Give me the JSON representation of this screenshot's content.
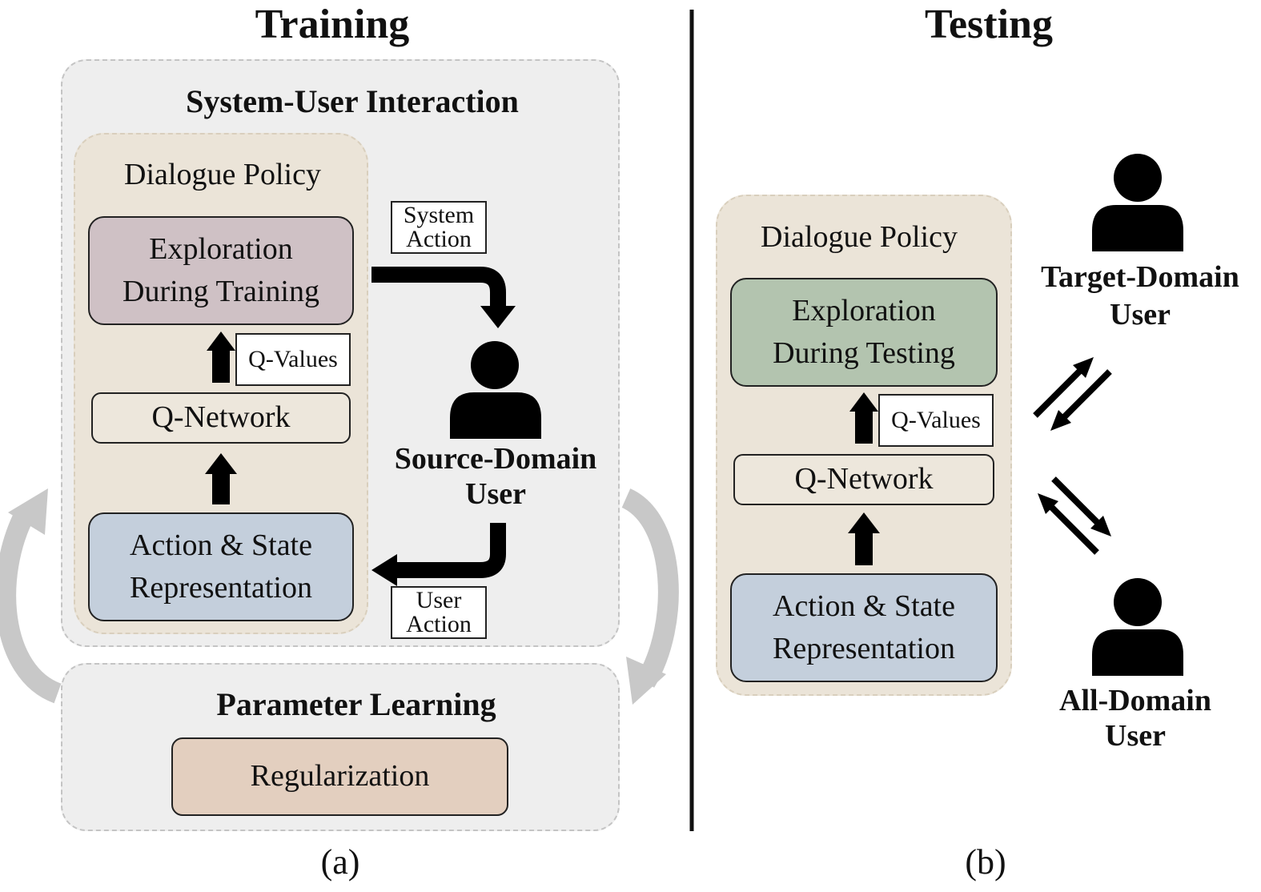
{
  "training": {
    "title": "Training",
    "interaction_title": "System-User Interaction",
    "policy_title": "Dialogue Policy",
    "exploration": "Exploration During Training",
    "q_values": "Q-Values",
    "q_network": "Q-Network",
    "representation": "Action & State Representation",
    "system_action": "System Action",
    "user_action": "User Action",
    "user_label": "Source-Domain User",
    "parameter_title": "Parameter Learning",
    "regularization": "Regularization",
    "caption": "(a)"
  },
  "testing": {
    "title": "Testing",
    "policy_title": "Dialogue Policy",
    "exploration": "Exploration During Testing",
    "q_values": "Q-Values",
    "q_network": "Q-Network",
    "representation": "Action & State Representation",
    "target_user": "Target-Domain User",
    "all_user": "All-Domain User",
    "caption": "(b)"
  },
  "colors": {
    "exploration_training": "#cfc1c5",
    "exploration_testing": "#b3c4af",
    "representation": "#c4cfdc",
    "q_network": "#ede7dc",
    "regularization": "#e3cfbf",
    "policy_bg": "#ebe4d8",
    "panel_bg": "#eeeeee",
    "loop_arrow": "#c8c8c8"
  },
  "icons": [
    "user-icon",
    "arrow-icon",
    "loop-arrow-icon"
  ]
}
